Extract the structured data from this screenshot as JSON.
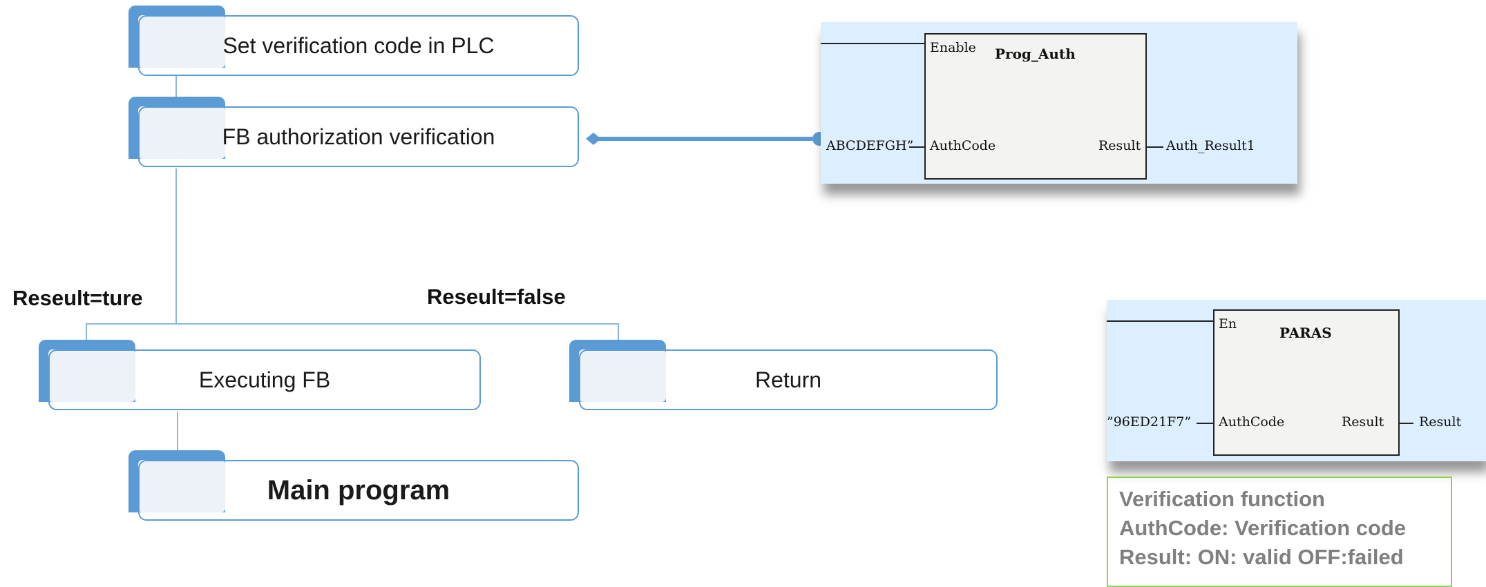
{
  "steps": {
    "set_code": "Set verification code in PLC",
    "auth_verify": "FB authorization verification",
    "executing": "Executing FB",
    "return": "Return",
    "main": "Main program"
  },
  "branches": {
    "true_label": "Reseult=ture",
    "false_label": "Reseult=false"
  },
  "fb1": {
    "enable": "Enable",
    "name": "Prog_Auth",
    "in_value": "ABCDEFGH”",
    "in_pin": "AuthCode",
    "out_pin": "Result",
    "out_value": "Auth_Result1"
  },
  "fb2": {
    "enable": "En",
    "name": "PARAS",
    "in_value": "”96ED21F7”",
    "in_pin": "AuthCode",
    "out_pin": "Result",
    "out_value": "Result"
  },
  "note": {
    "line1": "Verification function",
    "line2": "AuthCode: Verification code",
    "line3": "Result: ON: valid OFF:failed"
  },
  "colors": {
    "accent": "#5b9bd5",
    "connector": "#8ab8dc",
    "note_border": "#92d050"
  }
}
